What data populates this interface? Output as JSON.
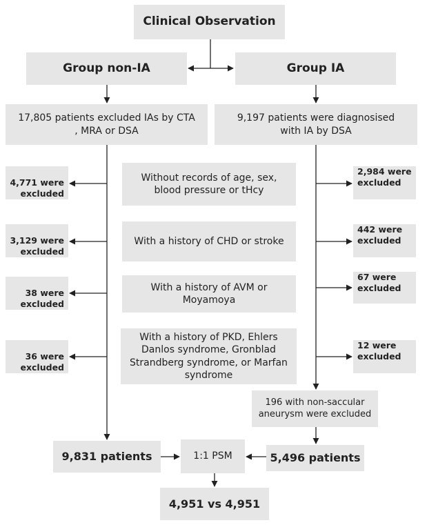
{
  "title": "Clinical Observation",
  "groups": {
    "non_ia": "Group non-IA",
    "ia": "Group IA"
  },
  "non_ia_start": [
    "17,805 patients excluded IAs by CTA",
    ", MRA or DSA"
  ],
  "ia_start": [
    "9,197 patients were diagnosised",
    "with IA by DSA"
  ],
  "criteria": [
    [
      "Without records of age, sex,",
      "blood pressure or tHcy"
    ],
    [
      "With a history of CHD or stroke"
    ],
    [
      "With a history of AVM or",
      "Moyamoya"
    ],
    [
      "With a history of PKD, Ehlers",
      "Danlos syndrome, Gronblad",
      "Strandberg syndrome, or Marfan",
      "syndrome"
    ]
  ],
  "left_excluded": [
    [
      "4,771 were",
      "excluded"
    ],
    [
      "3,129 were",
      "excluded"
    ],
    [
      "38 were",
      "excluded"
    ],
    [
      "36 were",
      "excluded"
    ]
  ],
  "right_excluded": [
    [
      "2,984 were",
      "excluded"
    ],
    [
      "442 were",
      "excluded"
    ],
    [
      "67 were",
      "excluded"
    ],
    [
      "12 were",
      "excluded"
    ]
  ],
  "non_saccular": [
    "196 with non-saccular",
    "aneurysm were excluded"
  ],
  "non_ia_final": "9,831 patients",
  "ia_final": "5,496 patients",
  "psm": "1:1 PSM",
  "matched": "4,951 vs 4,951"
}
